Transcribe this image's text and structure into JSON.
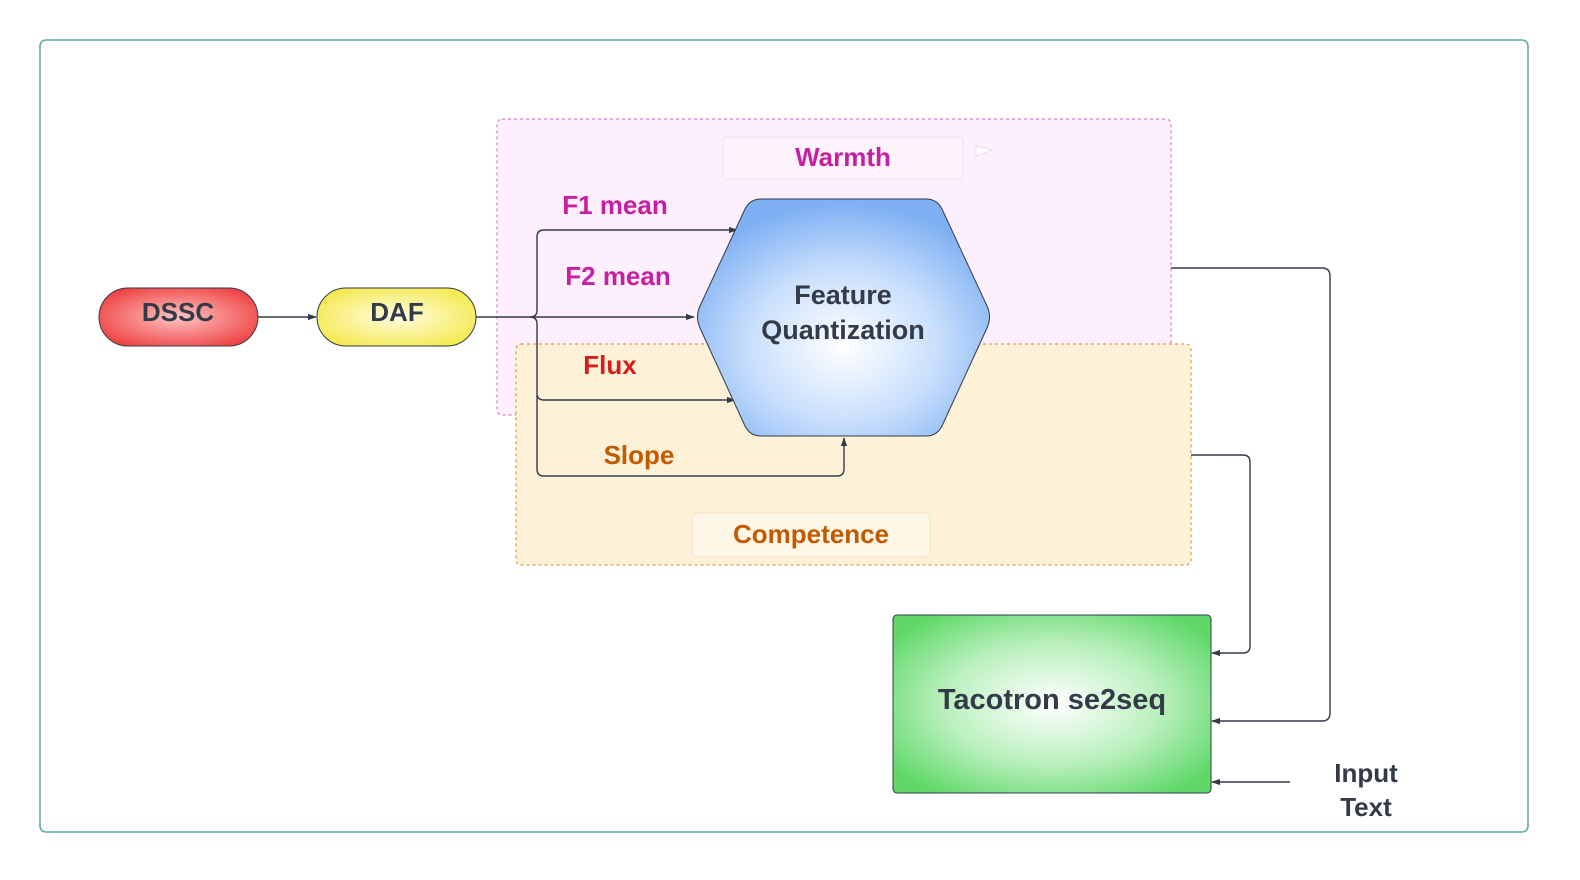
{
  "diagram": {
    "nodes": {
      "dssc": "DSSC",
      "daf": "DAF",
      "feature_quantization": [
        "Feature",
        "Quantization"
      ],
      "tacotron": "Tacotron se2seq",
      "input_text": [
        "Input",
        "Text"
      ]
    },
    "groups": {
      "warmth": "Warmth",
      "competence": "Competence"
    },
    "edge_labels": {
      "f1_mean": "F1 mean",
      "f2_mean": "F2 mean",
      "flux": "Flux",
      "slope": "Slope"
    },
    "colors": {
      "warmth_text": "#c61fa3",
      "competence_text": "#c45a00",
      "flux_text": "#d81b1b",
      "node_text": "#333a48",
      "frame": "#5aa5a8",
      "warmth_fill": "#fdeffb",
      "competence_fill": "#fdf1d8",
      "dssc_fill": "#ef4b4b",
      "daf_fill": "#f6ee5a",
      "hexagon_fill": "#7fb4f6",
      "tacotron_fill": "#5fdc6a"
    }
  }
}
